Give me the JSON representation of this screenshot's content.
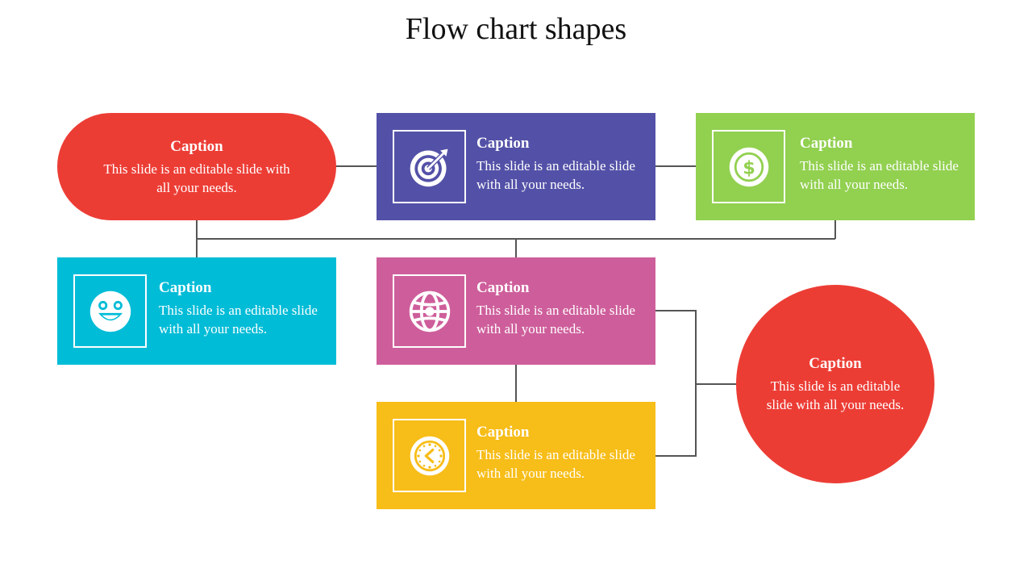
{
  "title": "Flow chart shapes",
  "colors": {
    "red": "#EC3D35",
    "purple": "#5351A7",
    "green": "#92D050",
    "cyan": "#00BCD7",
    "magenta": "#CE5E9B",
    "yellow": "#F7BD18",
    "connector": "#555555"
  },
  "nodes": {
    "start": {
      "caption": "Caption",
      "text": "This slide is an editable slide with all your needs."
    },
    "target": {
      "caption": "Caption",
      "text": "This slide is an editable slide with all your needs.",
      "icon": "target-icon"
    },
    "dollar": {
      "caption": "Caption",
      "text": "This slide is an editable slide with all your needs.",
      "icon": "dollar-coin-icon"
    },
    "smiley": {
      "caption": "Caption",
      "text": "This slide is an editable slide with all your needs.",
      "icon": "smiley-icon"
    },
    "globe": {
      "caption": "Caption",
      "text": "This slide is an editable slide with all your needs.",
      "icon": "globe-icon"
    },
    "clock": {
      "caption": "Caption",
      "text": "This slide is an editable slide with all your needs.",
      "icon": "clock-icon"
    },
    "end": {
      "caption": "Caption",
      "text": "This slide is an editable slide with all your needs."
    }
  }
}
